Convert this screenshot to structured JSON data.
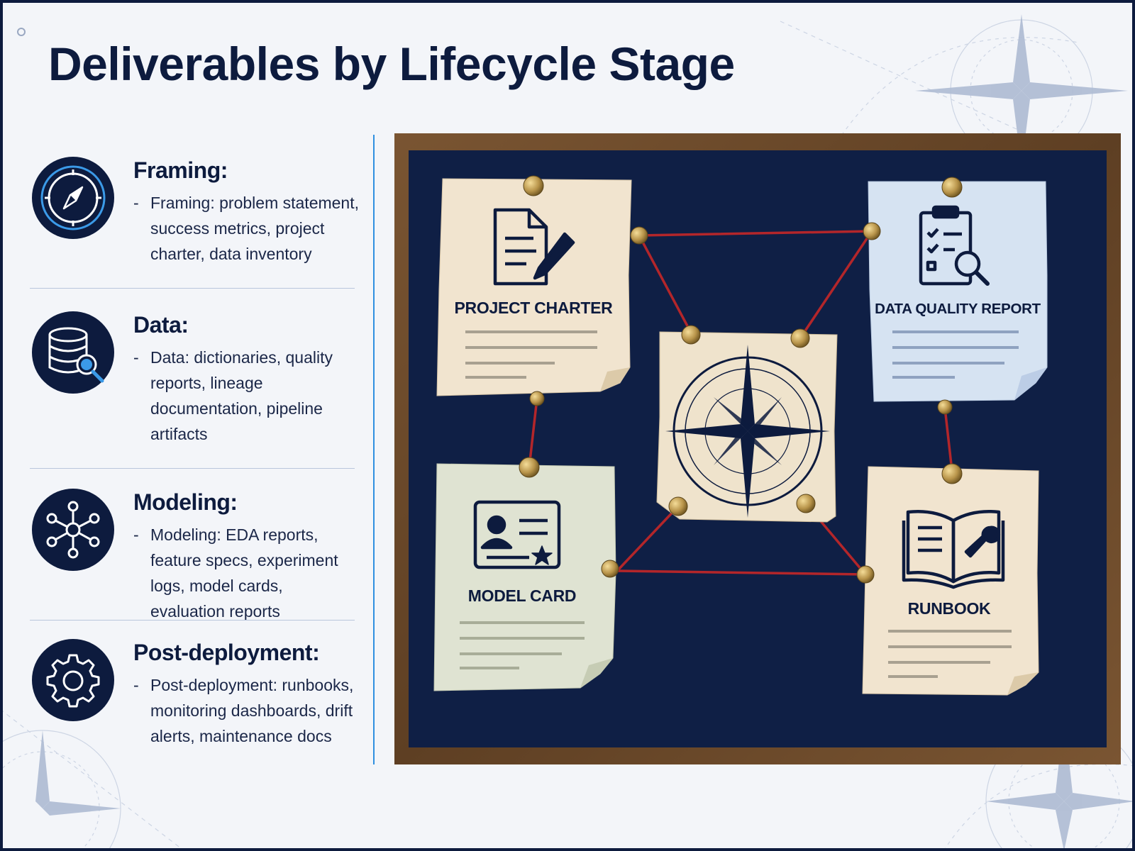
{
  "page": {
    "title": "Deliverables by Lifecycle Stage"
  },
  "stages": [
    {
      "heading": "Framing:",
      "icon": "compass-icon",
      "bullet": "Framing: problem statement, success metrics, project charter, data inventory"
    },
    {
      "heading": "Data:",
      "icon": "database-search-icon",
      "bullet": "Data: dictionaries, quality reports, lineage documentation, pipeline artifacts"
    },
    {
      "heading": "Modeling:",
      "icon": "network-nodes-icon",
      "bullet": "Modeling: EDA reports, feature specs, experiment logs, model cards, evaluation reports"
    },
    {
      "heading": "Post-deployment:",
      "icon": "gear-icon",
      "bullet": "Post-deployment: runbooks, monitoring dashboards, drift alerts, maintenance docs"
    }
  ],
  "board": {
    "notes": [
      {
        "label": "PROJECT CHARTER",
        "icon": "document-pen-icon"
      },
      {
        "label": "DATA QUALITY REPORT",
        "icon": "clipboard-search-icon"
      },
      {
        "label": "MODEL CARD",
        "icon": "id-card-icon"
      },
      {
        "label": "RUNBOOK",
        "icon": "book-wrench-icon"
      }
    ],
    "center_icon": "compass-rose-icon"
  },
  "colors": {
    "navy": "#0d1b3e",
    "accent_blue": "#2f8fe0",
    "board_frame": "#6b4a2c",
    "board_felt": "#0f1f45",
    "string_red": "#b3262a",
    "pin_brass": "#b8944a"
  }
}
